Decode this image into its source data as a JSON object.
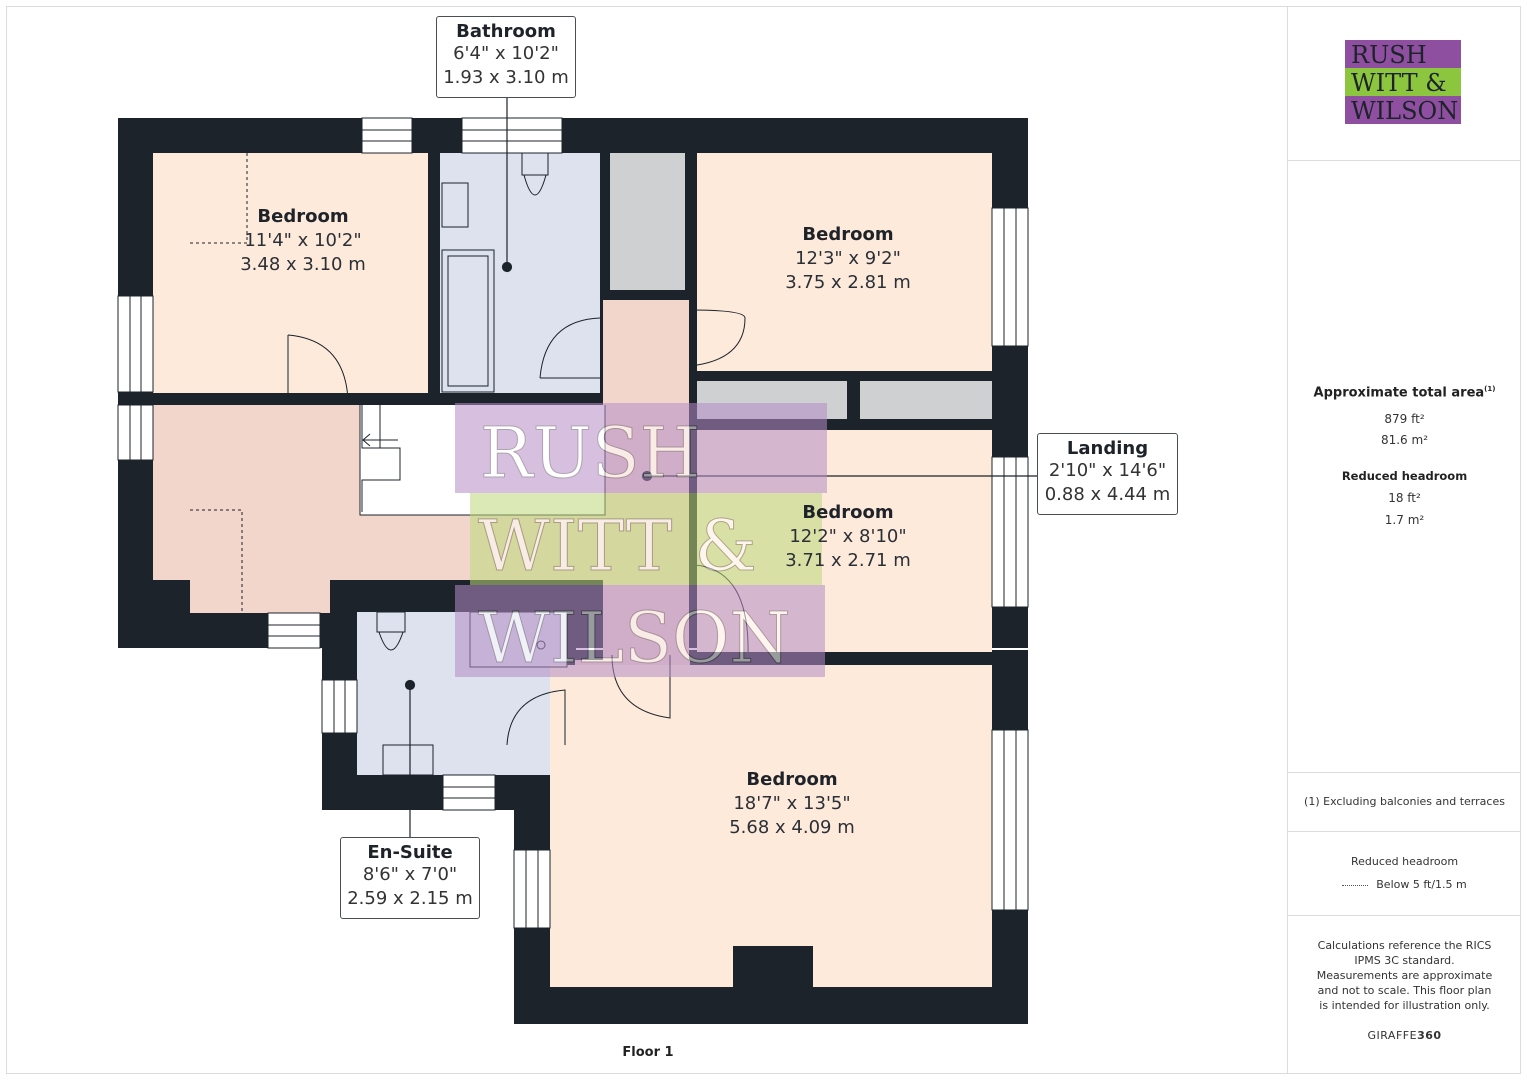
{
  "brand": {
    "line1": "RUSH",
    "line2": "WITT &",
    "line3": "WILSON",
    "purple": "#8e4fa1",
    "green": "#8cc63f"
  },
  "rooms": [
    {
      "id": "bedroom-nw",
      "title": "Bedroom",
      "imperial": "11'4\" x 10'2\"",
      "metric": "3.48 x 3.10 m"
    },
    {
      "id": "bedroom-ne",
      "title": "Bedroom",
      "imperial": "12'3\" x 9'2\"",
      "metric": "3.75 x 2.81 m"
    },
    {
      "id": "bedroom-e",
      "title": "Bedroom",
      "imperial": "12'2\" x 8'10\"",
      "metric": "3.71 x 2.71 m"
    },
    {
      "id": "bedroom-s",
      "title": "Bedroom",
      "imperial": "18'7\" x 13'5\"",
      "metric": "5.68 x 4.09 m"
    }
  ],
  "callouts": {
    "bathroom": {
      "title": "Bathroom",
      "imperial": "6'4\" x 10'2\"",
      "metric": "1.93 x 3.10 m"
    },
    "landing": {
      "title": "Landing",
      "imperial": "2'10\" x 14'6\"",
      "metric": "0.88 x 4.44 m"
    },
    "ensuite": {
      "title": "En-Suite",
      "imperial": "8'6\" x 7'0\"",
      "metric": "2.59 x 2.15 m"
    }
  },
  "floor_label": "Floor 1",
  "sidebar": {
    "area_title": "Approximate total area",
    "area_sup": "(1)",
    "area_ft": "879 ft²",
    "area_m": "81.6 m²",
    "reduced_title": "Reduced headroom",
    "reduced_ft": "18 ft²",
    "reduced_m": "1.7 m²",
    "footnote": "(1) Excluding balconies and terraces",
    "legend_title": "Reduced headroom",
    "legend_item": "Below 5 ft/1.5 m",
    "disclaimer": "Calculations reference the RICS IPMS 3C standard. Measurements are approximate and not to scale. This floor plan is intended for illustration only.",
    "vendor_a": "GIRAFFE",
    "vendor_b": "360"
  },
  "colors": {
    "wall": "#1c232b",
    "bedroom": "#fdeadb",
    "wet": "#dde2ee",
    "hall": "#f2d6cb",
    "cupboard": "#cfd0d2"
  }
}
